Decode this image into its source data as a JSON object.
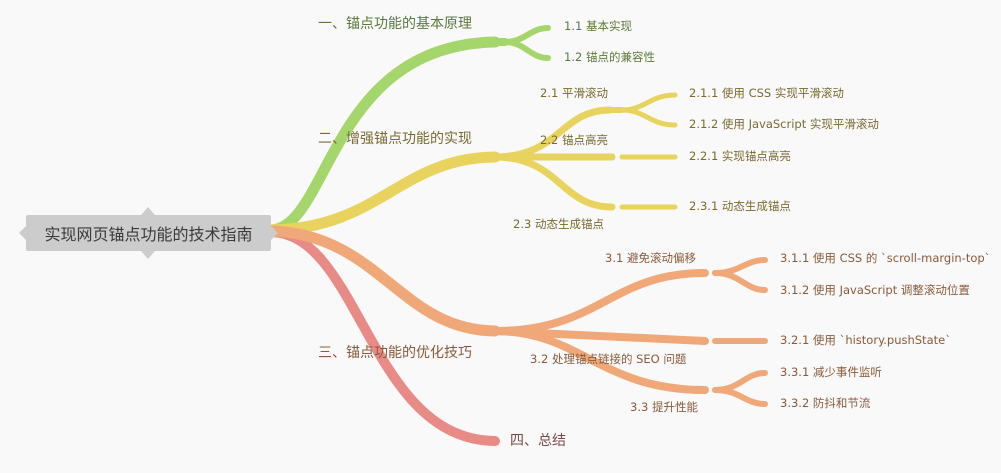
{
  "root": {
    "label": "实现网页锚点功能的技术指南",
    "bg": "#cccccc"
  },
  "colors": {
    "branch1": "#a5d66b",
    "branch2": "#e8d35e",
    "branch3": "#f0a878",
    "branch4": "#e88a86",
    "text1": "#5a7a3a",
    "text2": "#7a6a30",
    "text3": "#8a5a3a",
    "text4": "#7a4a4a"
  },
  "branches": [
    {
      "label": "一、锚点功能的基本原理",
      "children": [
        {
          "label": "1.1 基本实现",
          "children": []
        },
        {
          "label": "1.2 锚点的兼容性",
          "children": []
        }
      ]
    },
    {
      "label": "二、增强锚点功能的实现",
      "children": [
        {
          "label": "2.1 平滑滚动",
          "children": [
            "2.1.1 使用 CSS 实现平滑滚动",
            "2.1.2 使用 JavaScript 实现平滑滚动"
          ]
        },
        {
          "label": "2.2 锚点高亮",
          "children": [
            "2.2.1 实现锚点高亮"
          ]
        },
        {
          "label": "2.3 动态生成锚点",
          "children": [
            "2.3.1 动态生成锚点"
          ]
        }
      ]
    },
    {
      "label": "三、锚点功能的优化技巧",
      "children": [
        {
          "label": "3.1 避免滚动偏移",
          "children": [
            "3.1.1 使用 CSS 的 `scroll-margin-top`",
            "3.1.2 使用 JavaScript 调整滚动位置"
          ]
        },
        {
          "label": "3.2 处理锚点链接的 SEO 问题",
          "children": [
            "3.2.1 使用 `history.pushState`"
          ]
        },
        {
          "label": "3.3 提升性能",
          "children": [
            "3.3.1 减少事件监听",
            "3.3.2 防抖和节流"
          ]
        }
      ]
    },
    {
      "label": "四、总结",
      "children": []
    }
  ]
}
